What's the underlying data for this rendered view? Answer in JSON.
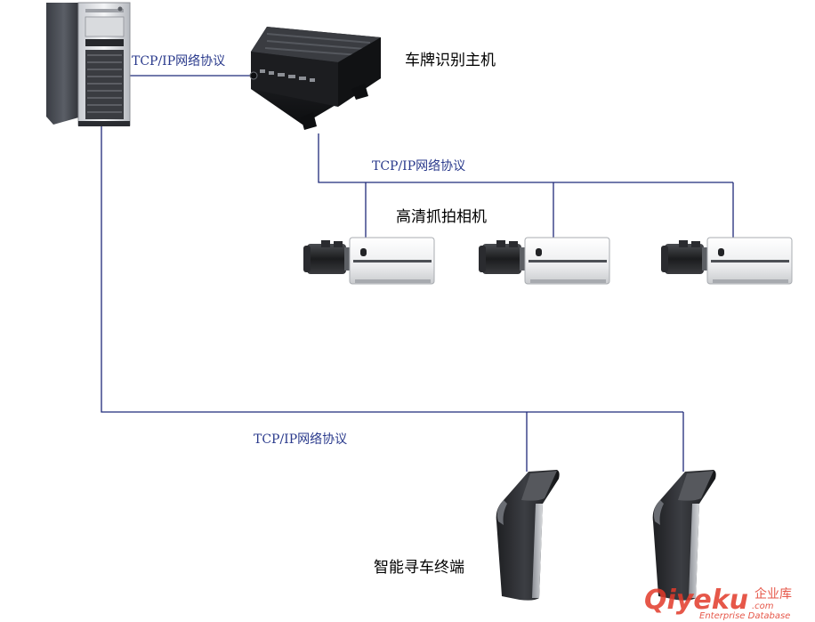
{
  "labels": {
    "protocol_top": "TCP/IP网络协议",
    "protocol_middle": "TCP/IP网络协议",
    "protocol_bottom": "TCP/IP网络协议",
    "lpr_host": "车牌识别主机",
    "hd_cameras": "高清抓拍相机",
    "smart_terminals": "智能寻车终端"
  },
  "watermark": {
    "brand": "Qiyeku",
    "domain_suffix": ".com",
    "cn_name": "企业库",
    "subtitle": "Enterprise Database"
  },
  "colors": {
    "connector": "#1f2a7a",
    "protocol_text": "#2a3a8c",
    "watermark": "#e23a2a"
  }
}
